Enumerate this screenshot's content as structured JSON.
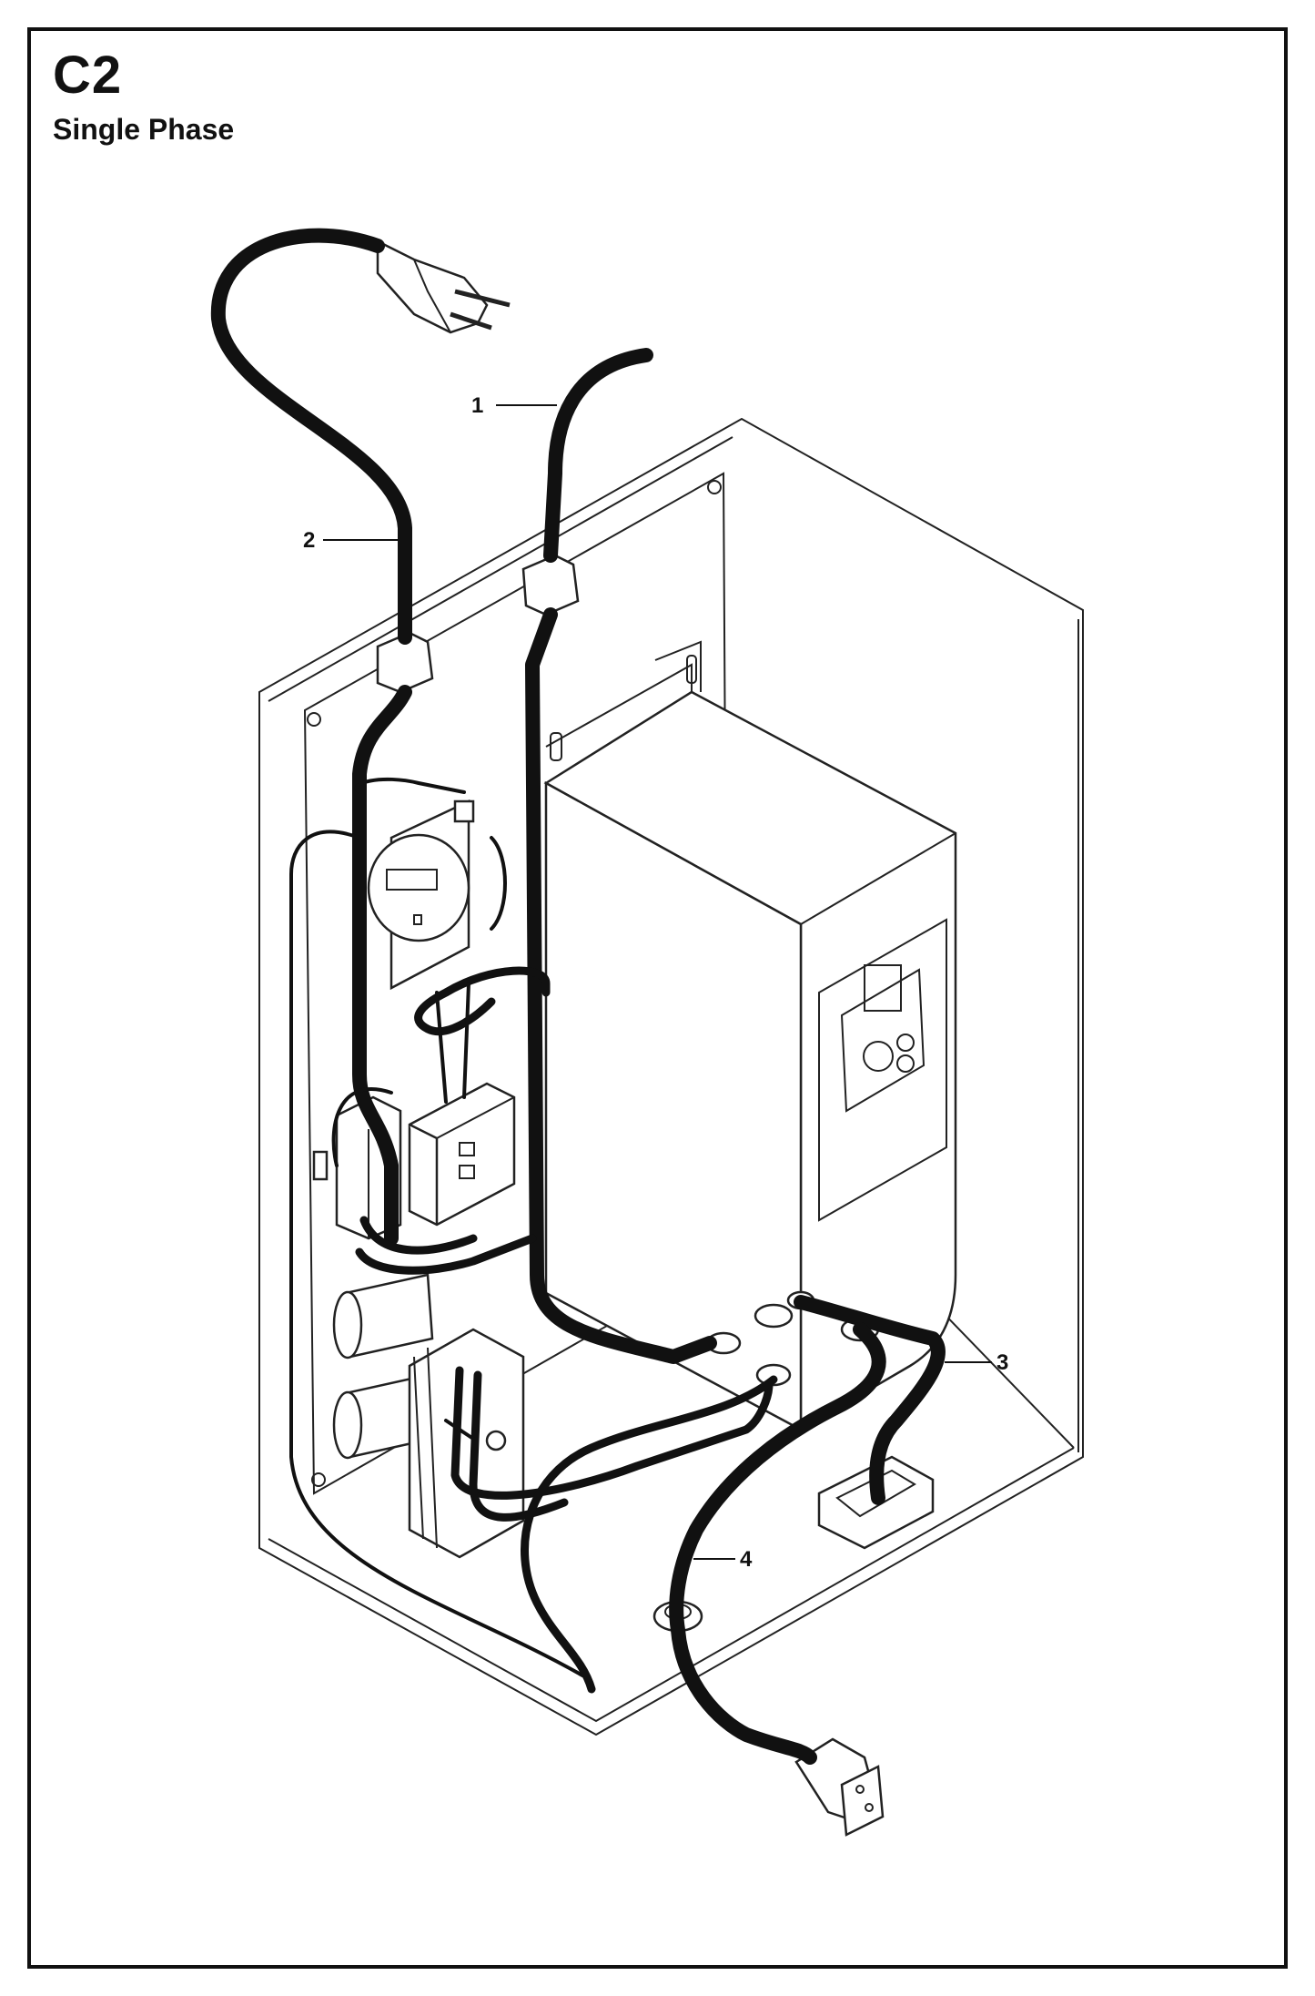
{
  "page": {
    "code": "C2",
    "subtitle": "Single Phase"
  },
  "callouts": [
    {
      "id": "1",
      "label": "1"
    },
    {
      "id": "2",
      "label": "2"
    },
    {
      "id": "3",
      "label": "3"
    },
    {
      "id": "4",
      "label": "4"
    }
  ],
  "colors": {
    "line": "#111111",
    "background": "#ffffff"
  }
}
